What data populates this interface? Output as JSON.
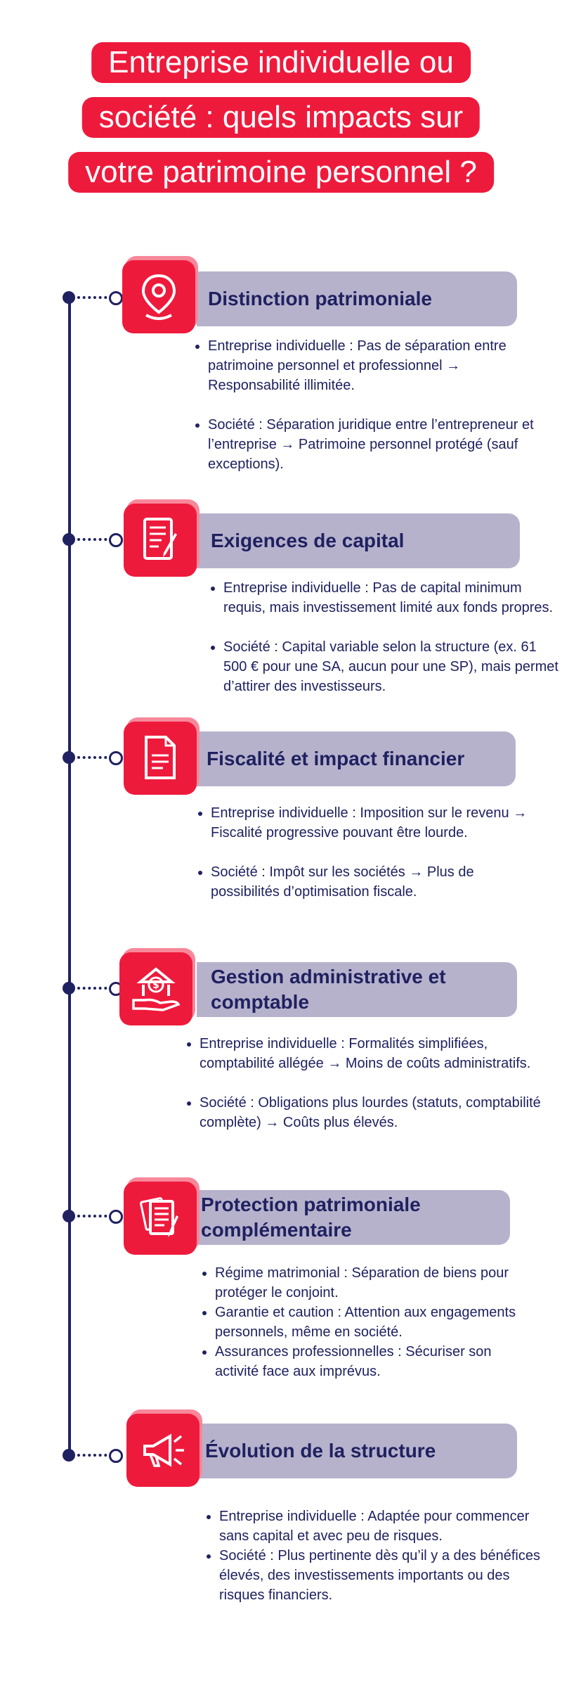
{
  "title": {
    "line1": "Entreprise individuelle ou",
    "line2": "société : quels impacts sur",
    "line3": "votre patrimoine personnel ?"
  },
  "colors": {
    "accent": "#ee1a3c",
    "navy": "#1f2160",
    "lavender": "#b7b2cc"
  },
  "sections": [
    {
      "icon": "location-pin-icon",
      "heading": "Distinction patrimoniale",
      "bullets": [
        "Entreprise individuelle : Pas de séparation entre patrimoine personnel et professionnel → Responsabilité illimitée.",
        "Société : Séparation juridique entre l’entrepreneur et l’entreprise → Patrimoine personnel protégé (sauf exceptions)."
      ]
    },
    {
      "icon": "document-pen-icon",
      "heading": "Exigences de capital",
      "bullets": [
        "Entreprise individuelle : Pas de capital minimum requis, mais investissement limité aux fonds propres.",
        "Société : Capital variable selon la structure (ex. 61 500 € pour une SA, aucun pour une SP), mais permet d’attirer des investisseurs."
      ]
    },
    {
      "icon": "document-icon",
      "heading": "Fiscalité et impact financier",
      "bullets": [
        "Entreprise individuelle : Imposition sur le revenu → Fiscalité progressive pouvant être lourde.",
        "Société : Impôt sur les sociétés → Plus de possibilités d’optimisation fiscale."
      ]
    },
    {
      "icon": "bank-hand-icon",
      "heading_line1": "Gestion administrative et",
      "heading_line2": "comptable",
      "bullets": [
        "Entreprise individuelle : Formalités simplifiées, comptabilité allégée → Moins de coûts administratifs.",
        "Société : Obligations plus lourdes (statuts, comptabilité complète) → Coûts plus élevés."
      ]
    },
    {
      "icon": "documents-stack-icon",
      "heading_line1": "Protection patrimoniale",
      "heading_line2": "complémentaire",
      "bullets": [
        "Régime matrimonial : Séparation de biens pour protéger le conjoint.",
        "Garantie et caution : Attention aux engagements personnels, même en société.",
        "Assurances professionnelles : Sécuriser son activité face aux imprévus."
      ]
    },
    {
      "icon": "megaphone-icon",
      "heading": "Évolution de la structure",
      "bullets": [
        "Entreprise individuelle : Adaptée pour commencer sans capital et avec peu de risques.",
        "Société : Plus pertinente dès qu’il y a des bénéfices élevés, des investissements importants ou des risques financiers."
      ]
    }
  ]
}
